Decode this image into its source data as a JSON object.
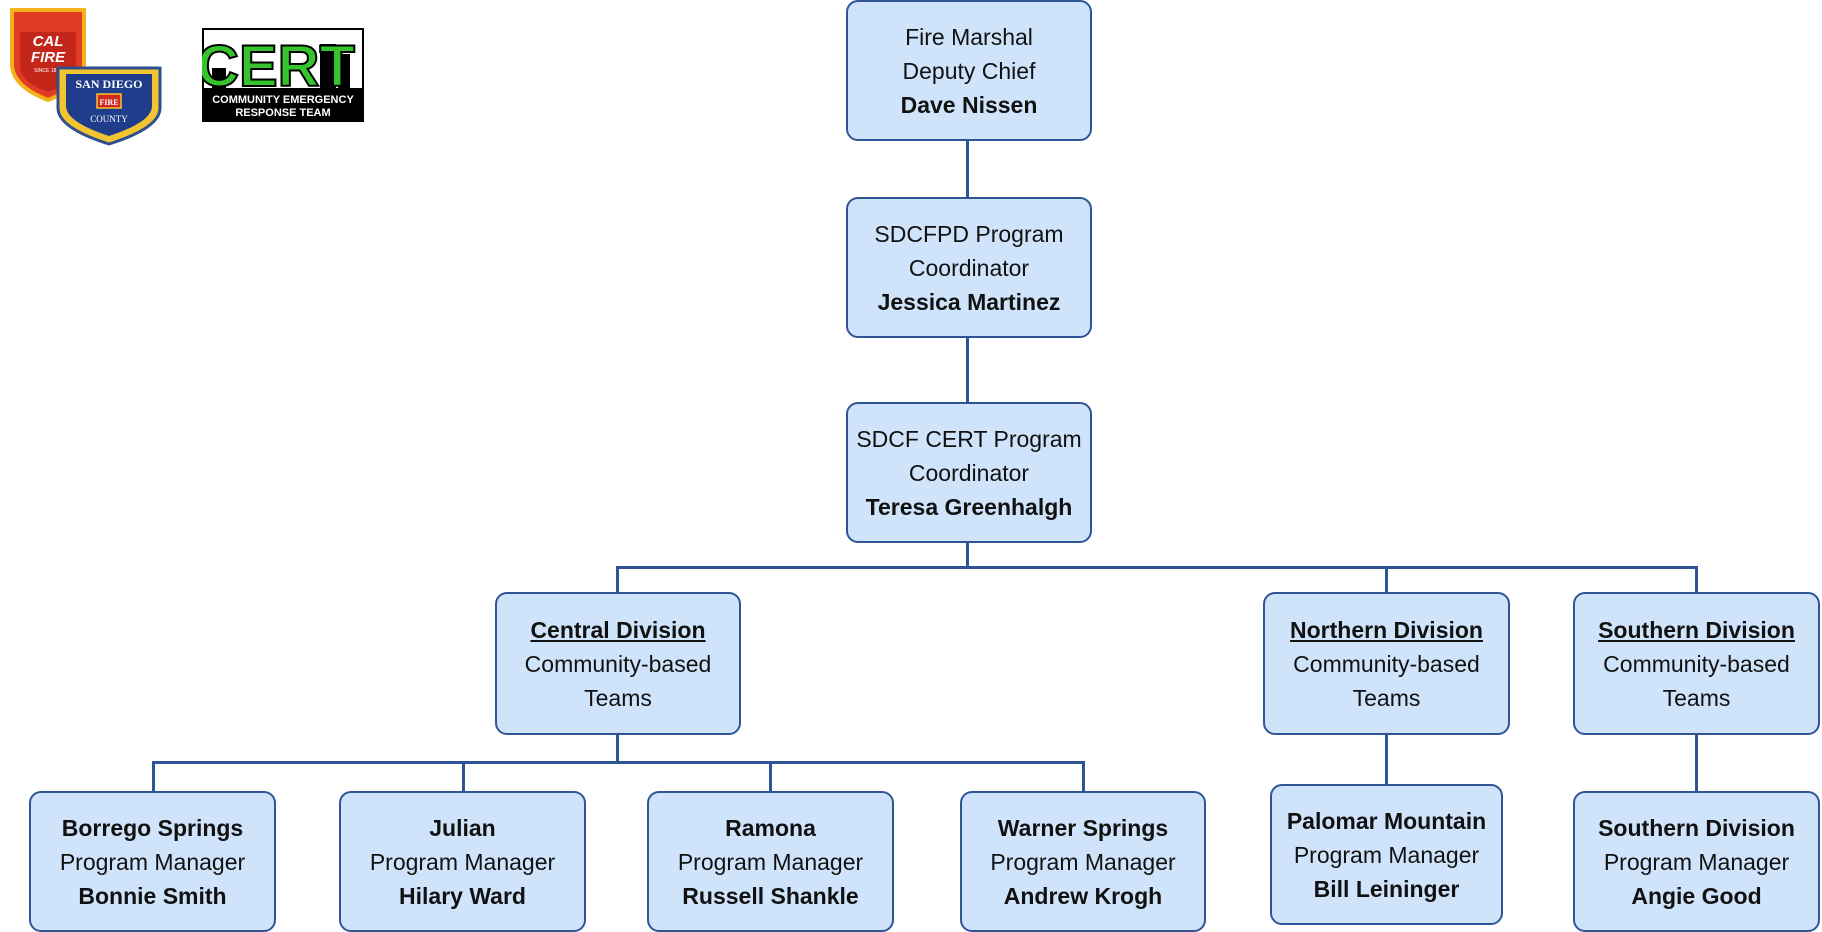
{
  "logos": {
    "calfire": {
      "line1": "CAL",
      "line2": "FIRE",
      "since": "SINCE 1885"
    },
    "sandiego": {
      "arc": "SAN DIEGO",
      "fire": "FIRE",
      "county": "COUNTY"
    },
    "cert": {
      "title": "CERT",
      "subtitle1": "COMMUNITY EMERGENCY",
      "subtitle2": "RESPONSE TEAM"
    }
  },
  "nodes": {
    "fire_marshal": {
      "line1": "Fire Marshal",
      "line2": "Deputy Chief",
      "name": "Dave Nissen"
    },
    "sdcfpd_coordinator": {
      "line1": "SDCFPD Program",
      "line2": "Coordinator",
      "name": "Jessica Martinez"
    },
    "cert_coordinator": {
      "line1": "SDCF CERT Program",
      "line2": "Coordinator",
      "name": "Teresa Greenhalgh"
    },
    "central_division": {
      "heading": "Central Division",
      "line1": "Community-based",
      "line2": "Teams"
    },
    "northern_division": {
      "heading": "Northern Division",
      "line1": "Community-based",
      "line2": "Teams"
    },
    "southern_division": {
      "heading": "Southern Division",
      "line1": "Community-based",
      "line2": "Teams"
    },
    "borrego_springs": {
      "place": "Borrego Springs",
      "role": "Program Manager",
      "name": "Bonnie Smith"
    },
    "julian": {
      "place": "Julian",
      "role": "Program Manager",
      "name": "Hilary Ward"
    },
    "ramona": {
      "place": "Ramona",
      "role": "Program Manager",
      "name": "Russell Shankle"
    },
    "warner_springs": {
      "place": "Warner Springs",
      "role": "Program Manager",
      "name": "Andrew Krogh"
    },
    "palomar_mountain": {
      "place": "Palomar Mountain",
      "role": "Program Manager",
      "name": "Bill Leininger"
    },
    "southern_manager": {
      "place": "Southern Division",
      "role": "Program Manager",
      "name": "Angie Good"
    }
  }
}
